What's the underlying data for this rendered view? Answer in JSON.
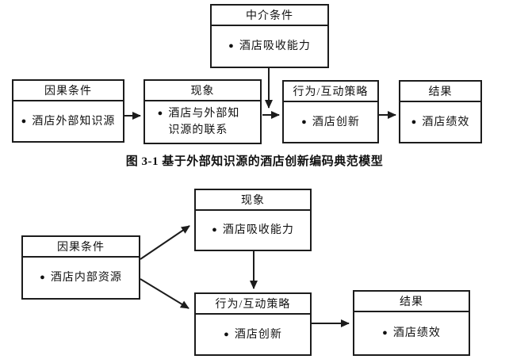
{
  "bullet": "●",
  "colors": {
    "line": "#1c1c1c",
    "text": "#111111",
    "background": "#ffffff"
  },
  "diagram1": {
    "caption": "图 3-1 基于外部知识源的酒店创新编码典范模型",
    "nodes": {
      "mediating": {
        "header": "中介条件",
        "item": "酒店吸收能力"
      },
      "causal": {
        "header": "因果条件",
        "item": "酒店外部知识源"
      },
      "phenomenon": {
        "header": "现象",
        "item": "酒店与外部知识源的联系"
      },
      "strategy": {
        "header": "行为/互动策略",
        "item": "酒店创新"
      },
      "outcome": {
        "header": "结果",
        "item": "酒店绩效"
      }
    }
  },
  "diagram2": {
    "nodes": {
      "causal": {
        "header": "因果条件",
        "item": "酒店内部资源"
      },
      "phenomenon": {
        "header": "现象",
        "item": "酒店吸收能力"
      },
      "strategy": {
        "header": "行为/互动策略",
        "item": "酒店创新"
      },
      "outcome": {
        "header": "结果",
        "item": "酒店绩效"
      }
    }
  }
}
